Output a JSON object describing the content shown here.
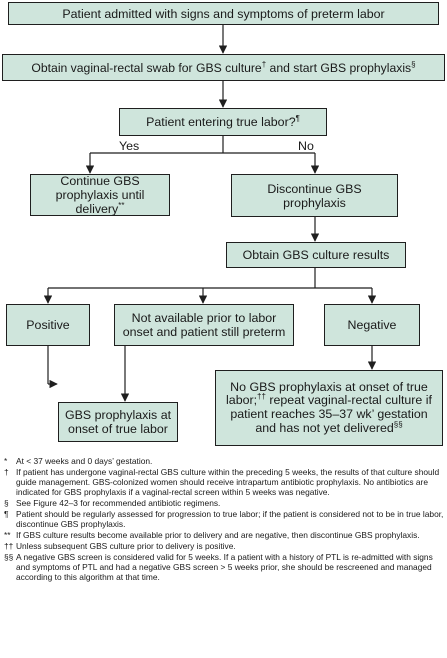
{
  "nodes": {
    "admitted": "Patient admitted with signs and symptoms of preterm labor",
    "swab": "Obtain vaginal-rectal swab for GBS culture",
    "swab_mark": "†",
    "swab_tail": " and start GBS prophylaxis",
    "swab_tail_mark": "§",
    "true_labor": "Patient entering true labor?",
    "true_labor_mark": "¶",
    "continue": "Continue GBS prophylaxis until delivery",
    "continue_mark": "**",
    "discontinue": "Discontinue GBS prophylaxis",
    "obtain_results": "Obtain GBS culture results",
    "positive": "Positive",
    "not_available": "Not available prior to labor onset and patient still preterm",
    "negative": "Negative",
    "no_prophylaxis_a": "No GBS prophylaxis at onset of true labor;",
    "no_prophylaxis_mark": "††",
    "no_prophylaxis_b": " repeat vaginal-rectal culture if patient reaches 35–37 wk’ gestation and has not yet delivered",
    "no_prophylaxis_mark2": "§§",
    "gbs_onset": "GBS prophylaxis at onset of true labor"
  },
  "branches": {
    "yes": "Yes",
    "no": "No"
  },
  "footnotes": [
    {
      "symbol": "*",
      "text": "At < 37 weeks and 0 days’ gestation."
    },
    {
      "symbol": "†",
      "text": "If patient has undergone vaginal-rectal GBS culture within the preceding 5 weeks, the results of that culture should guide management. GBS-colonized women should receive intrapartum antibiotic prophylaxis. No antibiotics are indicated for GBS prophylaxis if a vaginal-rectal screen within 5 weeks was negative."
    },
    {
      "symbol": "§",
      "text": "See Figure 42–3 for recommended antibiotic regimens."
    },
    {
      "symbol": "¶",
      "text": "Patient should be regularly assessed for progression to true labor; if the patient is considered not to be in true labor, discontinue GBS prophylaxis."
    },
    {
      "symbol": "**",
      "text": "If GBS culture results become available prior to delivery and are negative, then discontinue GBS prophylaxis."
    },
    {
      "symbol": "††",
      "text": "Unless subsequent GBS culture prior to delivery is positive."
    },
    {
      "symbol": "§§",
      "text": "A negative GBS screen is considered valid for 5 weeks. If a patient with a history of PTL is re-admitted with signs and symptoms of PTL and had a negative GBS screen > 5 weeks prior, she should be rescreened and managed according to this algorithm at that time."
    }
  ],
  "colors": {
    "box_fill": "#cfe5dc",
    "stroke": "#1f1f1f"
  }
}
